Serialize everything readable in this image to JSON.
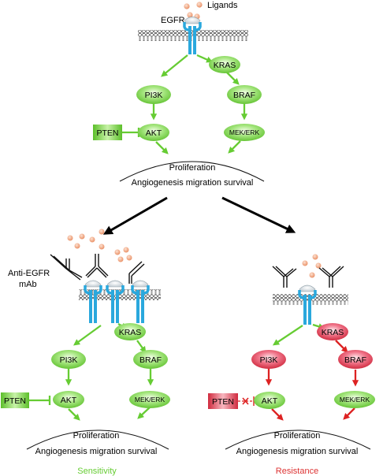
{
  "labels": {
    "ligands": "Ligands",
    "egfr": "EGFR",
    "anti_egfr": "Anti-EGFR",
    "mab": "mAb"
  },
  "nodes": {
    "kras": "KRAS",
    "pi3k": "PI3K",
    "braf": "BRAF",
    "akt": "AKT",
    "pten": "PTEN",
    "mek_erk": "MEK/ERK"
  },
  "outcome": {
    "proliferation": "Proliferation",
    "angiogenesis": "Angiogenesis migration survival"
  },
  "captions": {
    "sensitivity": "Sensitivity",
    "resistance": "Resistance"
  },
  "colors": {
    "active": "#7ed957",
    "mutant": "#e03c4f",
    "arrow_green": "#66cc33",
    "arrow_red": "#dd2222",
    "receptor": "#2aa8dd",
    "ligand": "#f0a880",
    "sensitivity_text": "#66cc33",
    "resistance_text": "#dd3333"
  }
}
